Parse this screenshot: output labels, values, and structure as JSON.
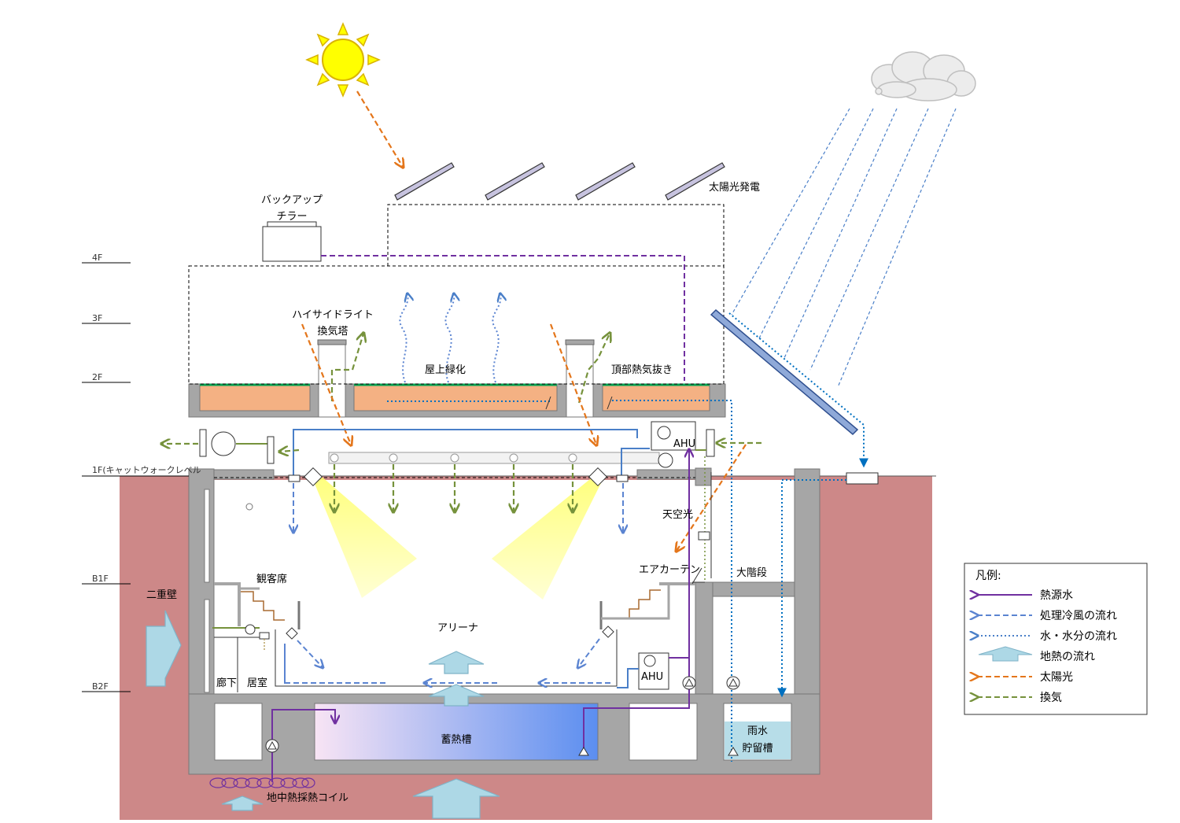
{
  "labels": {
    "backup_chiller_1": "バックアップ",
    "backup_chiller_2": "チラー",
    "solar_power": "太陽光発電",
    "highside_light": "ハイサイドライト",
    "vent_tower": "換気塔",
    "rooftop_greening": "屋上緑化",
    "top_heat_exhaust": "頂部熱気抜き",
    "ahu_upper": "AHU",
    "ahu_lower": "AHU",
    "skylight": "天空光",
    "air_curtain": "エアカーテン",
    "grand_stairs": "大階段",
    "spectator_seats": "観客席",
    "arena": "アリーナ",
    "double_wall": "二重壁",
    "corridor": "廊下",
    "room": "居室",
    "thermal_storage": "蓄熱槽",
    "rain_tank_1": "雨水",
    "rain_tank_2": "貯留槽",
    "geo_coil": "地中熱採熱コイル"
  },
  "floors": {
    "f4": "4F",
    "f3": "3F",
    "f2": "2F",
    "f1": "1F(キャットウォークレベル",
    "b1": "B1F",
    "b2": "B2F"
  },
  "legend": {
    "title": "凡例:",
    "items": [
      {
        "label": "熱源水",
        "color": "#7030a0",
        "style": "solid"
      },
      {
        "label": "処理冷風の流れ",
        "color": "#5b84d1",
        "style": "dashed"
      },
      {
        "label": "水・水分の流れ",
        "color": "#4a7fc8",
        "style": "dotted"
      },
      {
        "label": "地熱の流れ",
        "color": "#add8e6",
        "style": "block"
      },
      {
        "label": "太陽光",
        "color": "#e4761b",
        "style": "dashed"
      },
      {
        "label": "換気",
        "color": "#76923c",
        "style": "dashed"
      }
    ]
  },
  "colors": {
    "ground": "#cd8888",
    "concrete": "#a6a6a6",
    "soil_roof": "#f4b183",
    "green_roof": "#00a050",
    "sun": "#ffff00",
    "panel": "#c7c3df",
    "heat_source": "#7030a0",
    "cool_air": "#5b84d1",
    "water": "#4a7fc8",
    "geothermal": "#add8e6",
    "sunlight": "#e4761b",
    "ventilation": "#76923c"
  },
  "icons": {
    "sun": "sun-icon",
    "cloud": "cloud-icon",
    "pump": "pump-icon",
    "fan": "fan-icon"
  }
}
